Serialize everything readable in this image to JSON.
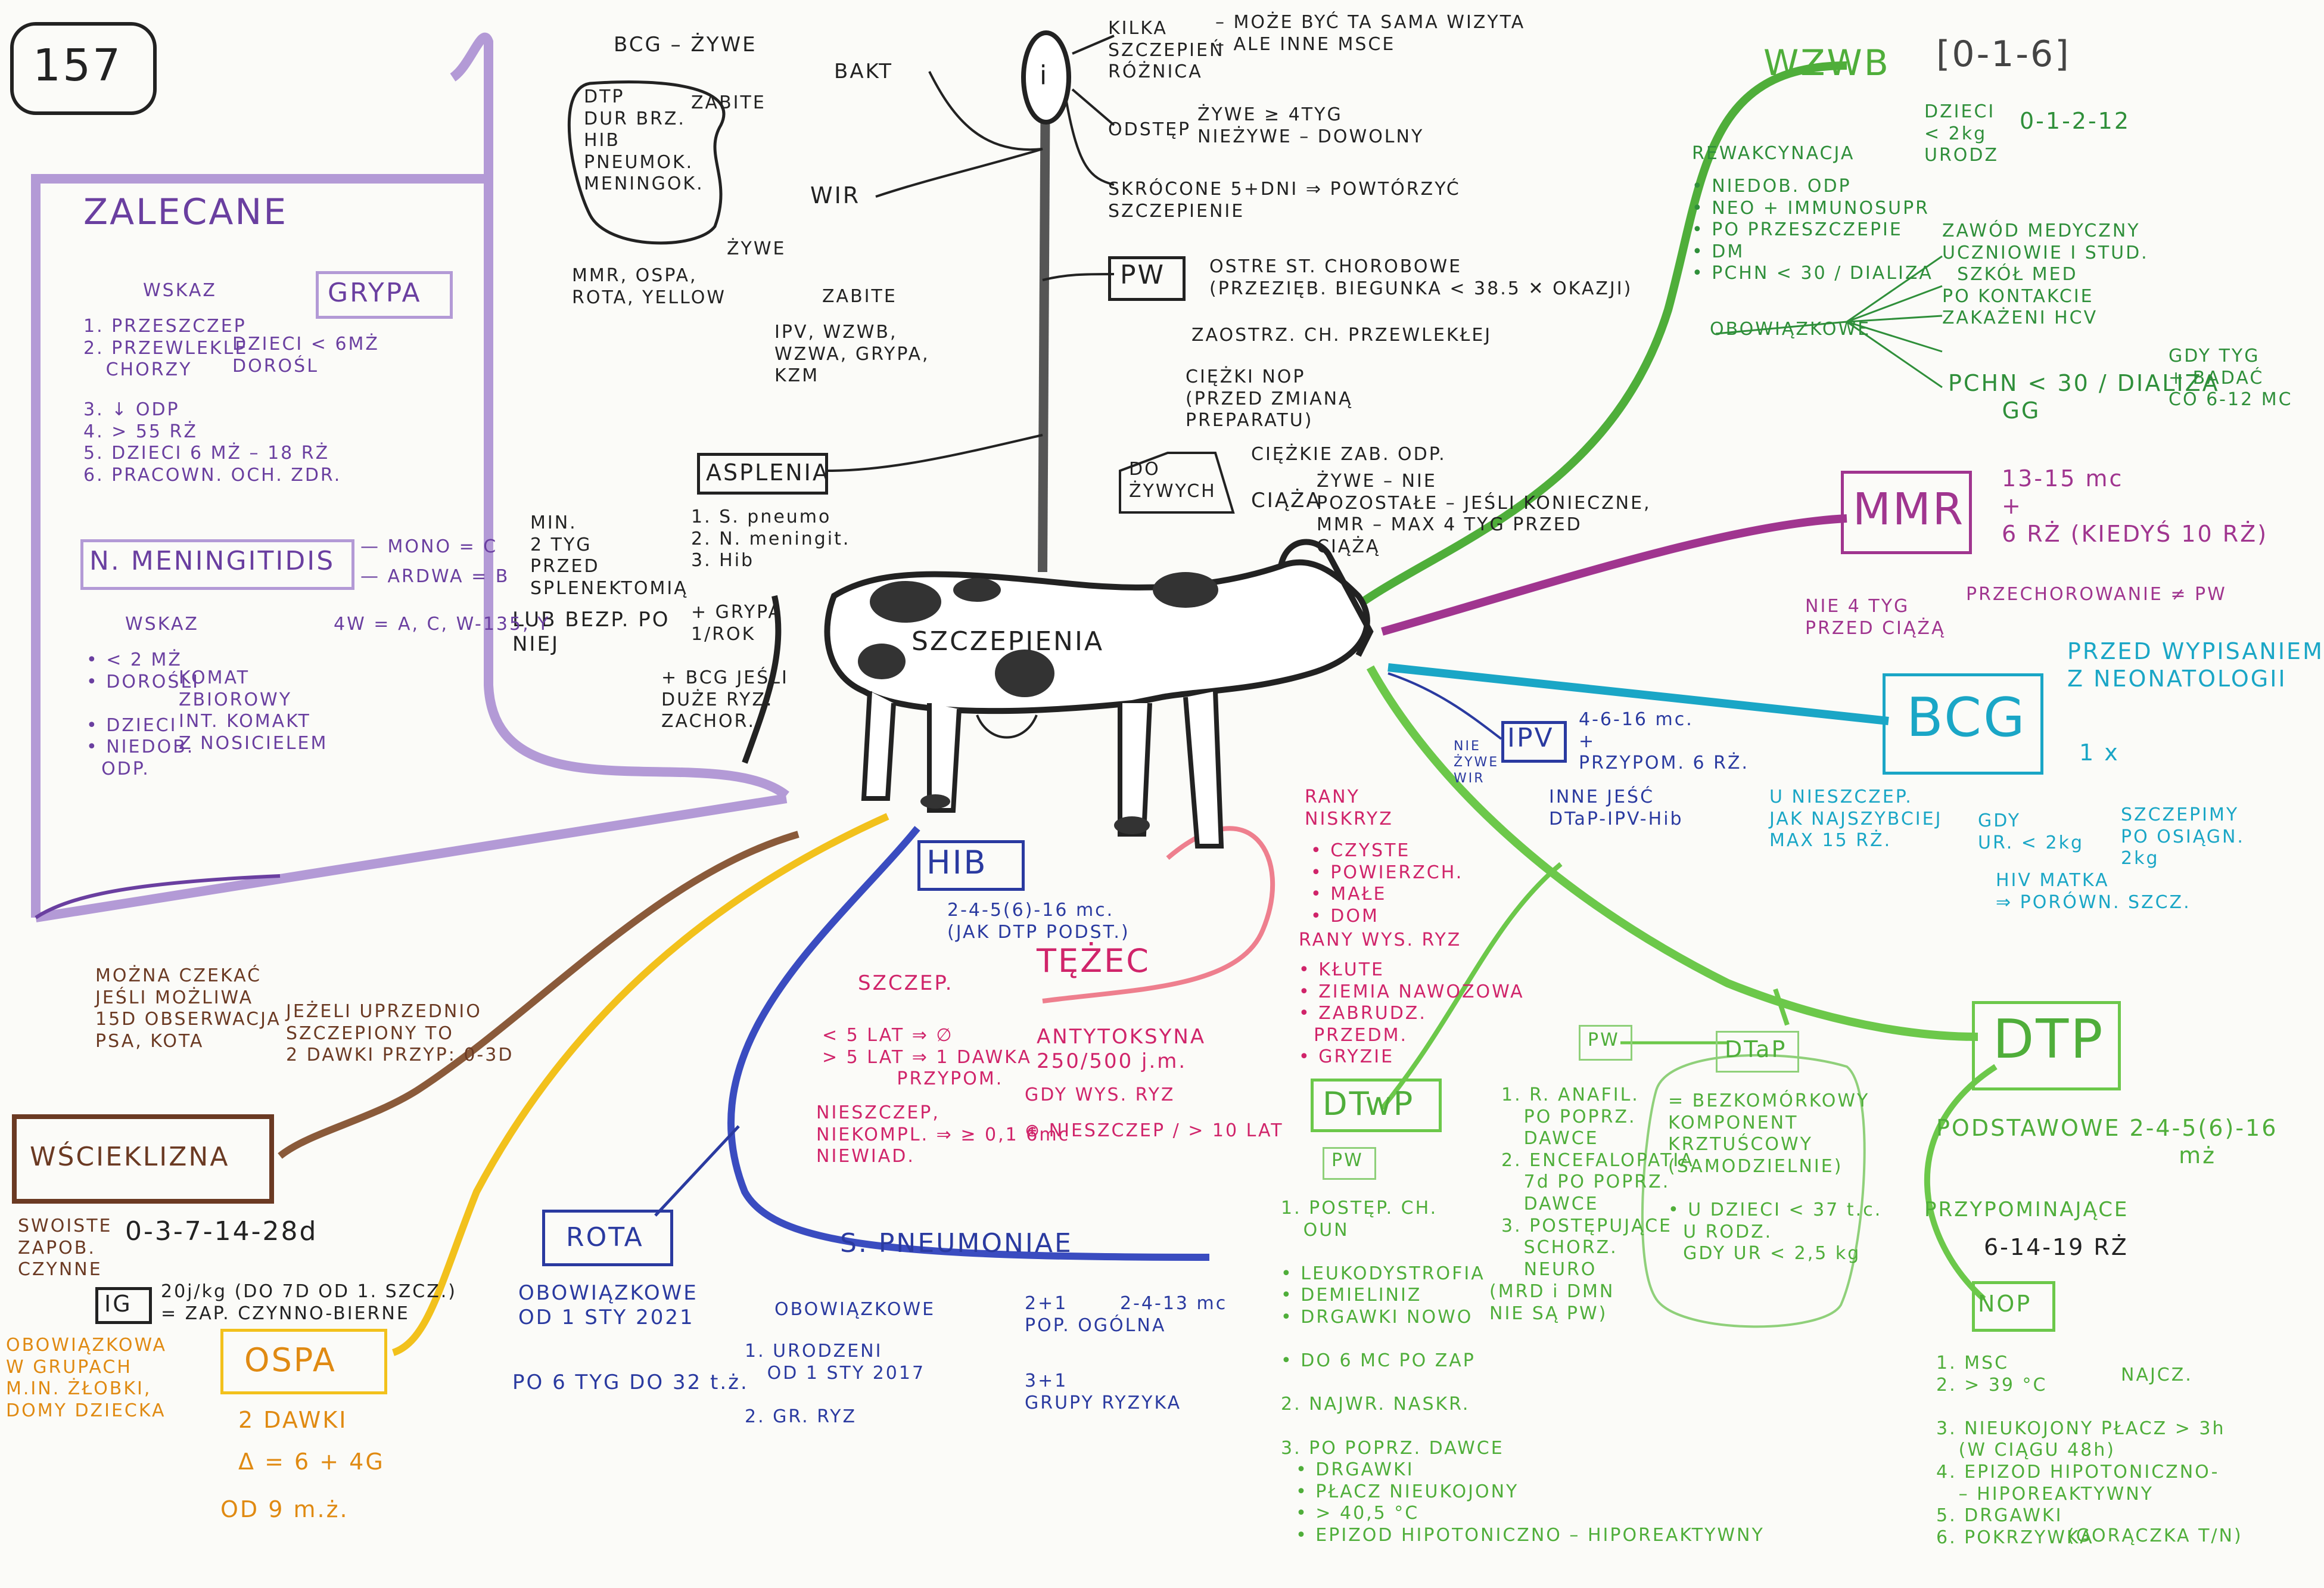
{
  "page_number": "157",
  "center": {
    "title": "SZCZEPIENIA"
  },
  "top_branch": {
    "question_icon": "i",
    "kilka": "KILKA\nSZCZEPIEŃ\nRÓŻNICA",
    "kilka_notes": "– MOŻE BYĆ TA SAMA WIZYTA\n– ALE INNE MSCE",
    "odstep": "ODSTĘP",
    "odstep_notes": "ŻYWE ≥ 4TYG\nNIEŻYWE – DOWOLNY",
    "skrocone": "SKRÓCONE 5+DNI ⇒ POWTÓRZYĆ\nSZCZEPIENIE",
    "bakt": "BAKT",
    "bcg_zywe": "BCG – ŻYWE",
    "zabite": "ZABITE",
    "bakt_list": "DTP\nDUR BRZ.\nHIB\nPNEUMOK.\nMENINGOK.",
    "wir": "WIR",
    "zywe": "ŻYWE",
    "wir_zywe_list": "MMR, OSPA,\nROTA, YELLOW",
    "wir_zabite": "ZABITE",
    "wir_zabite_list": "IPV, WZWB,\nWZWA, GRYPA,\nKZM",
    "pw_label": "PW",
    "pw_notes": "OSTRE ST. CHOROBOWE\n(PRZEZIĘB. BIEGUNKA < 38.5 ✕ OKAZJI)",
    "pw_note2": "ZAOSTRZ. CH. PRZEWLEKŁEJ",
    "pw_note3": "CIĘŻKI NOP\n(PRZED ZMIANĄ\nPREPARATU)",
    "do_zywych": "DO\nŻYWYCH",
    "do_zywych_notes": "CIĘŻKIE ZAB. ODP.",
    "ciaza": "CIĄŻA",
    "ciaza_notes": "ŻYWE – NIE\nPOZOSTAŁE – JEŚLI KONIECZNE,\nMMR – MAX 4 TYG PRZED\nCIĄŻĄ",
    "asplenia": "ASPLENIA",
    "asplenia_list": "1. S. pneumo\n2. N. meningit.\n3. Hib",
    "asplenia_min": "MIN.\n2 TYG\nPRZED\nSPLENEKTOMIĄ",
    "asplenia_lub": "LUB BEZP. PO\nNIEJ",
    "asplenia_grypa": "+ GRYPA\n1/ROK",
    "asplenia_bcg": "+ BCG JEŚLI\nDUŻE RYZ.\nZACHOR."
  },
  "zalecane": {
    "title": "ZALECANE",
    "wskaz": "WSKAZ",
    "grypa": "GRYPA",
    "grypa_list": "1. PRZESZCZEP\n2. PRZEWLEKLE\n   CHORZY",
    "grypa_side": "DZIECI < 6MŻ\nDOROŚL",
    "grypa_list2": "3. ↓ ODP\n4. > 55 RŻ\n5. DZIECI 6 MŻ – 18 RŻ\n6. PRACOWN. OCH. ZDR.",
    "mening": "N. MENINGITIDIS",
    "mono": "— MONO = C",
    "ardwa": "— ARDWA = B",
    "four_w": "4W = A, C, W-135, Y",
    "wskaz2": "WSKAZ",
    "mening_list": "• < 2 MŻ\n• DOROŚLI\n\n• DZIECI\n• NIEDOB.\n  ODP.",
    "mening_side": "KOMAT\nZBIOROWY\nINT. KOMAKT\nZ NOSICIELEM"
  },
  "wscieklizna": {
    "title": "WŚCIEKLIZNA",
    "note1": "MOŻNA CZEKAĆ\nJEŚLI MOŻLIWA\n15D OBSERWACJA\nPSA, KOTA",
    "note2": "JEŻELI UPRZEDNIO\nSZCZEPIONY TO\n2 DAWKI PRZYP: 0-3D",
    "swoiste": "SWOISTE\nZAPOB.\nCZYNNE",
    "schedule": "0-3-7-14-28d",
    "ig": "IG",
    "ig_note": "20j/kg (DO 7D OD 1. SZCZ.)\n= ZAP. CZYNNO-BIERNE"
  },
  "ospa": {
    "title": "OSPA",
    "left": "OBOWIĄZKOWA\nW GRUPACH\nM.IN. ŻŁOBKI,\nDOMY DZIECKA",
    "dawki": "2 DAWKI",
    "delta": "Δ = 6 + 4G",
    "od": "OD 9 m.ż."
  },
  "hib": {
    "title": "HIB",
    "notes": "2-4-5(6)-16 mc.\n(JAK DTP PODST.)"
  },
  "rota": {
    "title": "ROTA",
    "notes": "OBOWIĄZKOWE\nOD 1 STY 2021",
    "po": "PO 6 TYG DO 32 t.ż."
  },
  "pneumo": {
    "title": "S. PNEUMONIAE",
    "obow": "OBOWIĄZKOWE",
    "list": "1. URODZENI\n   OD 1 STY 2017\n\n2. GR. RYZ",
    "s21": "2+1\nPOP. OGÓLNA",
    "s21_sched": "2-4-13 mc",
    "s31": "3+1\nGRUPY RYZYKA"
  },
  "tezec": {
    "title": "TĘŻEC",
    "szczep": "SZCZEP.",
    "szczep_list": "< 5 LAT ⇒ ∅\n> 5 LAT ⇒ 1 DAWKA\n          PRZYPOM.",
    "niezaszcz": "NIESZCZEP,\nNIEKOMPL. ⇒ ≥ 0,1 6mc\nNIEWIAD.",
    "anty": "ANTYTOKSYNA\n250/500 j.m.",
    "gdy": "GDY WYS. RYZ",
    "gdy2": "⊕ NIESZCZEP / > 10 LAT",
    "rany_nisk": "RANY\nNISKRYZ",
    "rany_nisk_list": "• CZYSTE\n• POWIERZCH.\n• MAŁE\n• DOM",
    "rany_wys": "RANY WYS. RYZ",
    "rany_wys_list": "• KŁUTE\n• ZIEMIA NAWOZOWA\n• ZABRUDZ.\n  PRZEDM.\n• GRYZIE"
  },
  "ipv": {
    "title": "IPV",
    "side": "NIE\nŻYWE\nWIR",
    "notes": "4-6-16 mc.\n+\nPRZYPOM. 6 RŻ.",
    "inne": "INNE JEŚĆ\nDTaP-IPV-Hib"
  },
  "wzwb": {
    "title": "WZWB",
    "schedule": "[0-1-6]",
    "dzieci": "DZIECI\n< 2kg\nURODZ",
    "schedule2": "0-1-2-12",
    "rewakc": "REWAKCYNACJA",
    "rewakc_list": "• NIEDOB. ODP\n• NEO + IMMUNOSUPR\n• PO PRZESZCZEPIE\n• DM\n• PCHN < 30 / DIALIZA",
    "obow": "OBOWIĄZKOWE",
    "obow_list": "ZAWÓD MEDYCZNY\nUCZNIOWIE I STUD.\n  SZKÓŁ MED\nPO KONTAKCIE\nZAKAŻENI HCV",
    "pchn": "PCHN < 30 / DIALIZA\n      GG",
    "gdy_tg": "GDY TYG\n+ BADAĆ\nCO 6-12 MC"
  },
  "mmr": {
    "title": "MMR",
    "age": "13-15 mc\n+\n6 RŻ (KIEDYŚ 10 RŻ)",
    "nie": "NIE 4 TYG\nPRZED CIĄŻĄ",
    "przech": "PRZECHOROWANIE ≠ PW"
  },
  "bcg": {
    "title": "BCG",
    "before": "PRZED WYPISANIEM\nZ NEONATOLOGII",
    "one": "1 x",
    "left": "U NIESZCZEP.\nJAK NAJSZYBCIEJ\nMAX 15 RŻ.",
    "gdy": "GDY\nUR. < 2kg",
    "gdy_res": "SZCZEPIMY\nPO OSIĄGN.\n2kg",
    "hiv": "HIV MATKA\n⇒ PORÓWN. SZCZ."
  },
  "dtwp": {
    "title": "DTwP",
    "pw": "PW",
    "list": "1. POSTĘP. CH.\n   OUN\n\n• LEUKODYSTROFIA\n• DEMIELINIZ\n• DRGAWKI NOWO\n\n• DO 6 MC PO ZAP\n\n2. NAJWR. NASKR.\n\n3. PO POPRZ. DAWCE\n  • DRGAWKI\n  • PŁACZ NIEUKOJONY\n  • > 40,5 °C\n  • EPIZOD HIPOTONICZNO – HIPOREAKTYWNY"
  },
  "dtap": {
    "pw": "PW",
    "title": "DTaP",
    "pw_list": "1. R. ANAFIL.\n   PO POPRZ.\n   DAWCE\n2. ENCEFALOPATIA\n   7d PO POPRZ.\n   DAWCE\n3. POSTĘPUJĄCE\n   SCHORZ.\n   NEURO",
    "pw_footer": "(MRD i DMN\nNIE SĄ PW)",
    "desc": "= BEZKOMÓRKOWY\nKOMPONENT\nKRZTUŚCOWY\n(SAMODZIELNIE)\n\n• U DZIECI < 37 t.c.\n  U RODZ.\n  GDY UR < 2,5 kg"
  },
  "dtp": {
    "title": "DTP",
    "podst": "PODSTAWOWE 2-4-5(6)-16\n                           mż",
    "przyp": "PRZYPOMINAJĄCE",
    "przyp_sched": "6-14-19 RŻ",
    "nop": "NOP",
    "nop_list": "1. MSC\n2. > 39 °C\n\n3. NIEUKOJONY PŁACZ > 3h\n   (W CIĄGU 48h)\n4. EPIZOD HIPOTONICZNO-\n   – HIPOREAKTYWNY\n5. DRGAWKI\n6. POKRZYWKA",
    "nop_side": "NAJCZ.",
    "nop_side2": "(GORĄCZKA T/N)"
  },
  "colors": {
    "black": "#222222",
    "purple": "#6a3fa0",
    "lilac": "#b39ad6",
    "brown": "#6b3a23",
    "orange": "#e08a12",
    "yellow": "#f2c11c",
    "blue": "#2a3aa0",
    "red": "#d0246a",
    "pink": "#ee7f8e",
    "lightgreen": "#6cc84a",
    "green": "#2f8f3a",
    "magenta": "#a0358f",
    "cyan": "#1aa6c6",
    "teal": "#1c8aa0"
  }
}
